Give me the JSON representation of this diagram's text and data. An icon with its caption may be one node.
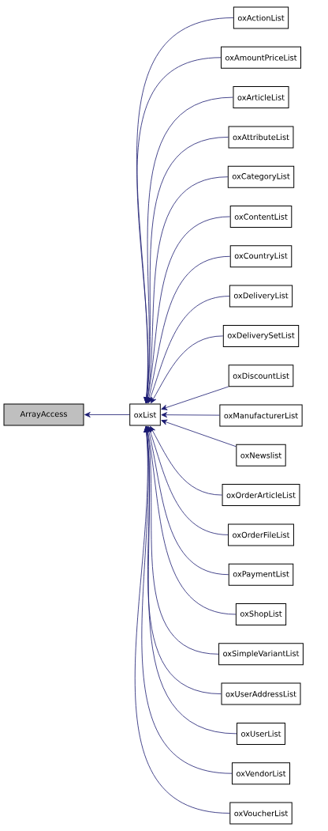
{
  "diagram": {
    "nodes": [
      {
        "text": [
          "ArrayAccess"
        ]
      },
      {
        "text": [
          "oxList"
        ]
      },
      {
        "text": [
          "oxActionList"
        ]
      },
      {
        "text": [
          "oxAmountPriceList"
        ]
      },
      {
        "text": [
          "oxArticleList"
        ]
      },
      {
        "text": [
          "oxAttributeList"
        ]
      },
      {
        "text": [
          "oxCategoryList"
        ]
      },
      {
        "text": [
          "oxContentList"
        ]
      },
      {
        "text": [
          "oxCountryList"
        ]
      },
      {
        "text": [
          "oxDeliveryList"
        ]
      },
      {
        "text": [
          "oxDeliverySetList"
        ]
      },
      {
        "text": [
          "oxDiscountList"
        ]
      },
      {
        "text": [
          "oxManufacturerList"
        ]
      },
      {
        "text": [
          "oxNewslist"
        ]
      },
      {
        "text": [
          "oxOrderArticleList"
        ]
      },
      {
        "text": [
          "oxOrderFileList"
        ]
      },
      {
        "text": [
          "oxPaymentList"
        ]
      },
      {
        "text": [
          "oxShopList"
        ]
      },
      {
        "text": [
          "oxSimpleVariantList"
        ]
      },
      {
        "text": [
          "oxUserAddressList"
        ]
      },
      {
        "text": [
          "oxUserList"
        ]
      },
      {
        "text": [
          "oxVendorList"
        ]
      },
      {
        "text": [
          "oxVoucherList"
        ]
      }
    ],
    "edges": [
      {
        "from": 1,
        "to": 0,
        "arrow": "to"
      },
      {
        "from": 2,
        "to": 1,
        "arrow": "to"
      },
      {
        "from": 3,
        "to": 1,
        "arrow": "to"
      },
      {
        "from": 4,
        "to": 1,
        "arrow": "to"
      },
      {
        "from": 5,
        "to": 1,
        "arrow": "to"
      },
      {
        "from": 6,
        "to": 1,
        "arrow": "to"
      },
      {
        "from": 7,
        "to": 1,
        "arrow": "to"
      },
      {
        "from": 8,
        "to": 1,
        "arrow": "to"
      },
      {
        "from": 9,
        "to": 1,
        "arrow": "to"
      },
      {
        "from": 10,
        "to": 1,
        "arrow": "to"
      },
      {
        "from": 11,
        "to": 1,
        "arrow": "to"
      },
      {
        "from": 12,
        "to": 1,
        "arrow": "to"
      },
      {
        "from": 13,
        "to": 1,
        "arrow": "to"
      },
      {
        "from": 14,
        "to": 1,
        "arrow": "to"
      },
      {
        "from": 15,
        "to": 1,
        "arrow": "to"
      },
      {
        "from": 16,
        "to": 1,
        "arrow": "to"
      },
      {
        "from": 17,
        "to": 1,
        "arrow": "to"
      },
      {
        "from": 18,
        "to": 1,
        "arrow": "to"
      },
      {
        "from": 19,
        "to": 1,
        "arrow": "to"
      },
      {
        "from": 20,
        "to": 1,
        "arrow": "to"
      },
      {
        "from": 21,
        "to": 1,
        "arrow": "to"
      },
      {
        "from": 22,
        "to": 1,
        "arrow": "to"
      }
    ]
  }
}
